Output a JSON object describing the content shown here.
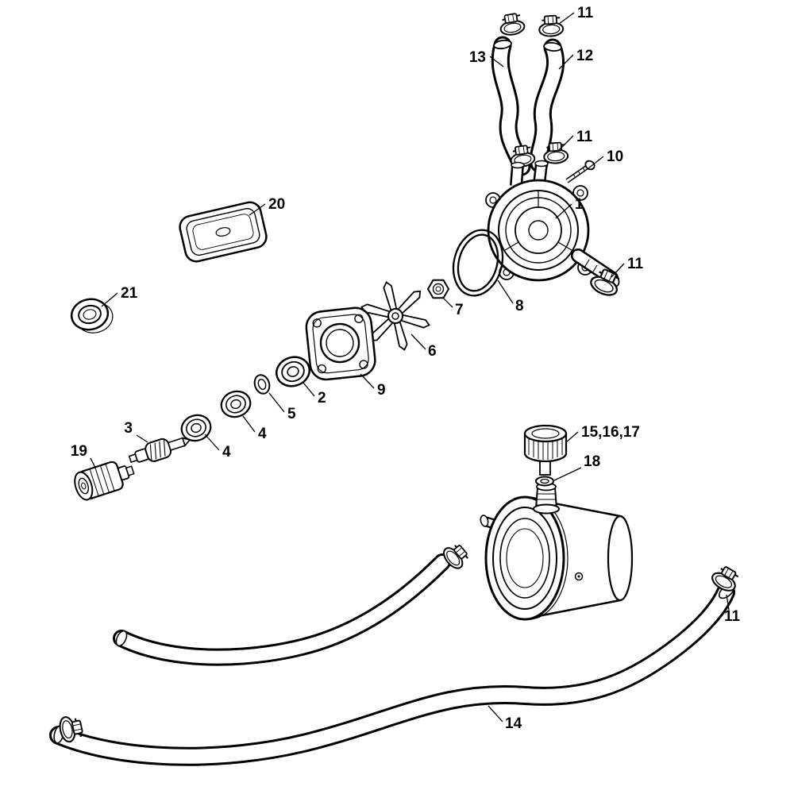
{
  "diagram": {
    "kind": "exploded-parts-diagram",
    "colors": {
      "background": "#ffffff",
      "line_art": "#000000",
      "labels": "#000000"
    }
  },
  "callouts": [
    {
      "part": "11",
      "points_to": "upper-hose-clamps"
    },
    {
      "part": "13",
      "points_to": "left-hose"
    },
    {
      "part": "12",
      "points_to": "right-hose"
    },
    {
      "part": "11",
      "points_to": "lower-hose-clamps"
    },
    {
      "part": "10",
      "points_to": "screw"
    },
    {
      "part": "20",
      "points_to": "cover-plate"
    },
    {
      "part": "1",
      "points_to": "pump-housing"
    },
    {
      "part": "11",
      "points_to": "outlet-hose-clamp"
    },
    {
      "part": "21",
      "points_to": "grommet-ring"
    },
    {
      "part": "8",
      "points_to": "o-ring"
    },
    {
      "part": "7",
      "points_to": "nut"
    },
    {
      "part": "6",
      "points_to": "impeller"
    },
    {
      "part": "9",
      "points_to": "pump-plate"
    },
    {
      "part": "2",
      "points_to": "bearing"
    },
    {
      "part": "5",
      "points_to": "washer"
    },
    {
      "part": "4",
      "points_to": "bearing"
    },
    {
      "part": "3",
      "points_to": "worm-gear-shaft"
    },
    {
      "part": "4",
      "points_to": "bearing"
    },
    {
      "part": "19",
      "points_to": "coupling-piece"
    },
    {
      "part": "15,16,17",
      "points_to": "filler-cap"
    },
    {
      "part": "18",
      "points_to": "sealing-washer"
    },
    {
      "part": "11",
      "points_to": "right-hose-clamp"
    },
    {
      "part": "14",
      "points_to": "long-hose"
    }
  ]
}
